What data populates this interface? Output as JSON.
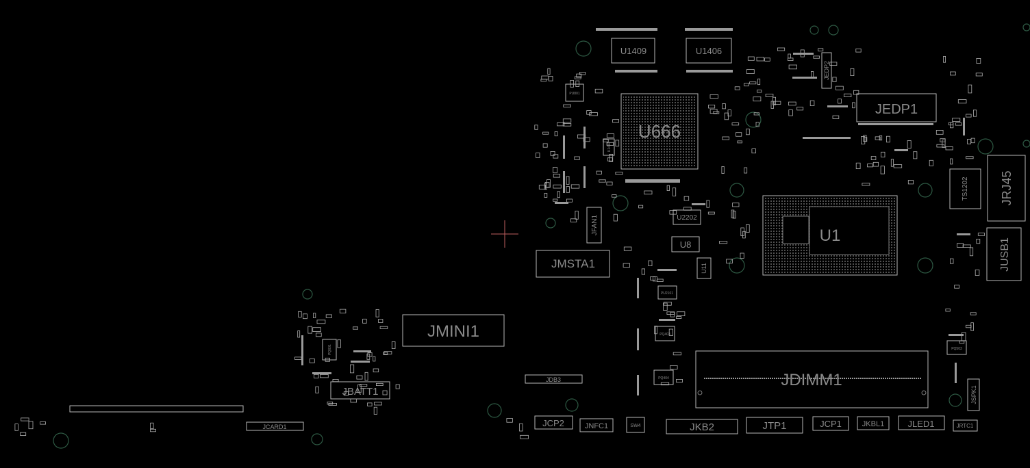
{
  "colors": {
    "background": "#000000",
    "outline": "#b8b8b8",
    "label": "#8a8a8a",
    "via": "#2e5a44",
    "crosshair": "#c06060"
  },
  "labels": {
    "u1409": "U1409",
    "u1406": "U1406",
    "u666": "U666",
    "jedp1": "JEDP1",
    "jedp2": "JEDP2",
    "jrj45": "JRJ45",
    "ts1202": "TS1202",
    "u1": "U1",
    "jusb1": "JUSB1",
    "u2202": "U2202",
    "u8": "U8",
    "jfan1": "JFAN1",
    "jmsta1": "JMSTA1",
    "u11": "U11",
    "jmini1": "JMINI1",
    "jbatt1": "JBATT1",
    "jcard1": "JCARD1",
    "jdb3": "JDB3",
    "jdimm1": "JDIMM1",
    "jcp2": "JCP2",
    "jnfc1": "JNFC1",
    "sw4": "SW4",
    "jkb2": "JKB2",
    "jtp1": "JTP1",
    "jcp1": "JCP1",
    "jkbl1": "JKBL1",
    "jled1": "JLED1",
    "jrtc1": "JRTC1",
    "jspk1": "JSPK1",
    "pu801": "PU801",
    "pu2101": "PU2101",
    "pq403": "PQ403",
    "pq404": "PQ404",
    "pq503": "PQ503",
    "pq601": "PQ601",
    "u1410": "U1410"
  }
}
